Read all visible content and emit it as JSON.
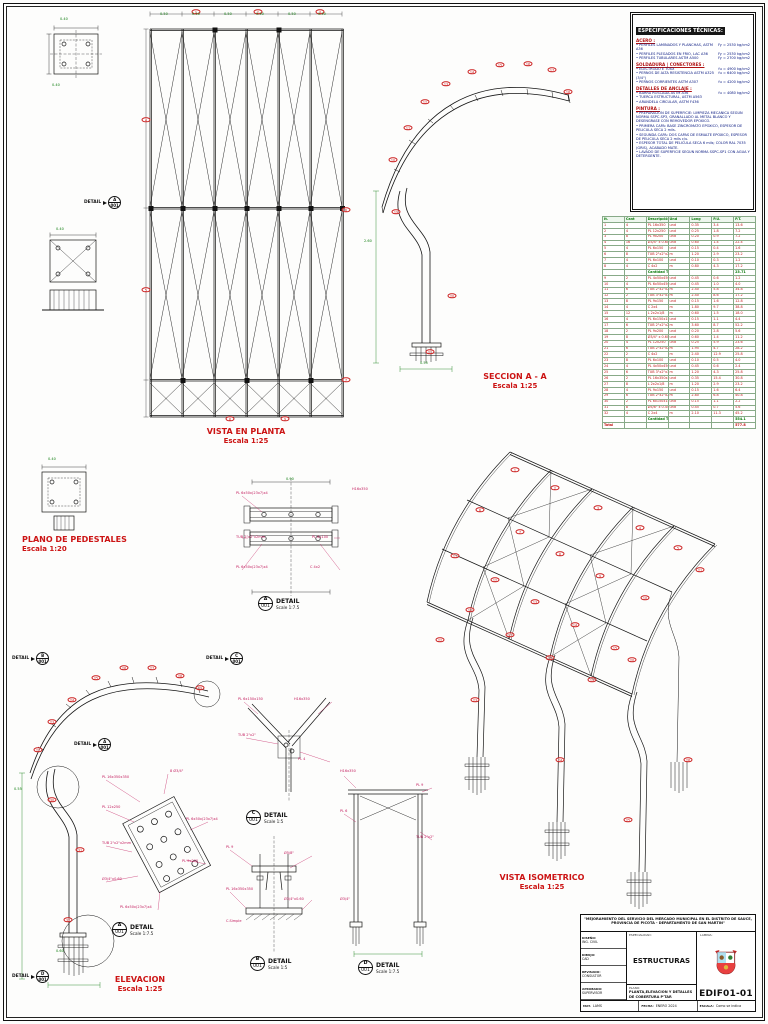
{
  "views": {
    "planta": {
      "title": "VISTA EN PLANTA",
      "scale": "Escala 1:25"
    },
    "seccion": {
      "title": "SECCION A - A",
      "scale": "Escala 1:25"
    },
    "pedestales": {
      "title": "PLANO DE PEDESTALES",
      "scale": "Escala 1:20"
    },
    "elevacion": {
      "title": "ELEVACION",
      "scale": "Escala 1:25"
    },
    "isometrico": {
      "title": "VISTA ISOMETRICO",
      "scale": "Escala 1:25"
    }
  },
  "flags": [
    {
      "word": "DETAIL",
      "letter": "A",
      "num": "001"
    },
    {
      "word": "DETAIL",
      "letter": "B",
      "num": "001"
    },
    {
      "word": "DETAIL",
      "letter": "C",
      "num": "001"
    },
    {
      "word": "DETAIL",
      "letter": "A",
      "num": "001"
    },
    {
      "word": "DETAIL",
      "letter": "D",
      "num": "001"
    }
  ],
  "captions": [
    {
      "letter": "A",
      "num": "001",
      "word": "DETAIL",
      "scale": "Scale 1:7.5"
    },
    {
      "letter": "A",
      "num": "001",
      "word": "DETAIL",
      "scale": "Scale 1:7.5"
    },
    {
      "letter": "C",
      "num": "001",
      "word": "DETAIL",
      "scale": "Scale 1:5"
    },
    {
      "letter": "B",
      "num": "001",
      "word": "DETAIL",
      "scale": "Scale 1:5"
    },
    {
      "letter": "D",
      "num": "001",
      "word": "DETAIL",
      "scale": "Scale 1:7.5"
    }
  ],
  "specs": {
    "title": "ESPECIFICACIONES TÉCNICAS:",
    "sections": [
      {
        "head": "ACERO :",
        "items": [
          {
            "t": "PERFILES LAMINADOS Y PLANCHAS, ASTM A36",
            "v": "Fy = 2530 kg/cm2"
          },
          {
            "t": "PERFILES PLEGADOS EN FRIO, LAC A36",
            "v": "Fy = 2530 kg/cm2"
          },
          {
            "t": "PERFILES TUBULARES ASTM A500",
            "v": "Fy = 2700 kg/cm2"
          }
        ]
      },
      {
        "head": "SOLDADURA | CONECTORES :",
        "items": [
          {
            "t": "ELECTRODO E 70XX",
            "v": "fu = 4900 kg/cm2"
          },
          {
            "t": "PERNOS DE ALTA RESISTENCIA ASTM A325 (3/4\")",
            "v": "fu = 6400 kg/cm2"
          },
          {
            "t": "PERNOS CORRIENTES ASTM A307",
            "v": "fu = 4200 kg/cm2"
          }
        ]
      },
      {
        "head": "DETALLES DE ANCLAJE :",
        "items": [
          {
            "t": "BARRA ROSCADA ASTM A36",
            "v": "fu = 4080 kg/cm2"
          },
          {
            "t": "TUERCA ESTRUCTURAL, ASTM A563",
            "v": ""
          },
          {
            "t": "ARANDELA CIRCULAR, ASTM F436",
            "v": ""
          }
        ]
      },
      {
        "head": "PINTURA :",
        "items": [
          {
            "t": "PREPARACION DE SUPERFICIE: LIMPIEZA MECANICA SEGUN NORMA SSPC-SP3, GRANALLADO AL METAL BLANCO Y DESENGRASE CON REMOVEDOR EPOXICO.",
            "v": ""
          },
          {
            "t": "PRIMERA CAPA: BASE ZINCROMATO EPOXICO, ESPESOR DE PELICULA SECA 2 mils.",
            "v": ""
          },
          {
            "t": "SEGUNDA CAPA: DOS CAPAS DE ESMALTE EPOXICO, ESPESOR DE PELICULA SECA 2 mils c/u.",
            "v": ""
          },
          {
            "t": "ESPESOR TOTAL DE PELICULA SECA 6 mils; COLOR RAL 7035 (GRIS), ACABADO MATE.",
            "v": ""
          },
          {
            "t": "LAVADO DE SUPERFICIE SEGUN NORMA SSPC-SP1 CON AGUA Y DETERGENTE.",
            "v": ""
          }
        ]
      }
    ]
  },
  "table": {
    "columns": [
      "It.",
      "Cant",
      "Descripción",
      "Und",
      "Long",
      "P.U.",
      "P.T."
    ],
    "group1": [
      [
        "1",
        "4",
        "PL 16x350",
        "und",
        "0.35",
        "3.4",
        "13.6"
      ],
      [
        "2",
        "4",
        "PL 12x250",
        "und",
        "0.25",
        "1.8",
        "7.2"
      ],
      [
        "3",
        "8",
        "PL 9x200",
        "und",
        "0.20",
        "0.9",
        "7.2"
      ],
      [
        "4",
        "16",
        "Ø3/4\" x 0.60",
        "und",
        "0.60",
        "1.4",
        "22.4"
      ],
      [
        "5",
        "4",
        "PL 6x150",
        "und",
        "0.15",
        "0.4",
        "1.6"
      ],
      [
        "6",
        "8",
        "TUB 2\"x2\"x2mm",
        "m",
        "1.20",
        "2.9",
        "23.2"
      ],
      [
        "7",
        "4",
        "PL 6x100",
        "und",
        "0.10",
        "0.3",
        "1.2"
      ],
      [
        "8",
        "4",
        "C 4x2",
        "m",
        "0.80",
        "4.3",
        "17.2"
      ]
    ],
    "subtotal1_label": "Cantidad Total",
    "subtotal1_value": "23.71",
    "group2": [
      [
        "9",
        "2",
        "PL 4x50x450",
        "und",
        "0.45",
        "0.6",
        "1.2"
      ],
      [
        "10",
        "4",
        "PL 6x50x450",
        "und",
        "0.45",
        "1.0",
        "4.0"
      ],
      [
        "11",
        "6",
        "TUB 2\"x2\"x2mm",
        "m",
        "2.40",
        "5.8",
        "34.8"
      ],
      [
        "12",
        "2",
        "TUB 3\"x2\"x3mm",
        "m",
        "2.40",
        "8.6",
        "17.2"
      ],
      [
        "13",
        "8",
        "PL 9x150",
        "und",
        "0.15",
        "1.6",
        "12.8"
      ],
      [
        "14",
        "4",
        "C 2x4",
        "m",
        "1.80",
        "9.7",
        "38.8"
      ],
      [
        "15",
        "12",
        "L 2x2x1/8",
        "m",
        "0.60",
        "1.5",
        "18.0"
      ],
      [
        "16",
        "4",
        "PL 6x150x150",
        "und",
        "0.15",
        "1.1",
        "4.4"
      ],
      [
        "17",
        "6",
        "TUB 2\"x2\"x2mm",
        "m",
        "3.60",
        "8.7",
        "52.2"
      ],
      [
        "18",
        "2",
        "PL 9x200",
        "und",
        "0.20",
        "2.8",
        "5.6"
      ],
      [
        "19",
        "8",
        "Ø3/4\" x 0.60",
        "und",
        "0.60",
        "1.4",
        "11.2"
      ],
      [
        "20",
        "4",
        "PL 12x250",
        "und",
        "0.25",
        "5.9",
        "23.6"
      ],
      [
        "21",
        "6",
        "TUB 2\"x2\"x2mm",
        "m",
        "1.95",
        "4.7",
        "28.2"
      ],
      [
        "22",
        "2",
        "C 4x2",
        "m",
        "2.40",
        "12.9",
        "25.8"
      ],
      [
        "23",
        "8",
        "PL 6x100",
        "und",
        "0.10",
        "0.5",
        "4.0"
      ],
      [
        "24",
        "4",
        "PL 4x50x450",
        "und",
        "0.45",
        "0.6",
        "2.4"
      ],
      [
        "25",
        "6",
        "TUB 3\"x2\"x3mm",
        "m",
        "1.20",
        "4.3",
        "25.8"
      ],
      [
        "26",
        "2",
        "PL 16x350x350",
        "und",
        "0.35",
        "15.4",
        "30.8"
      ],
      [
        "27",
        "8",
        "L 2x2x1/8",
        "m",
        "1.20",
        "2.9",
        "23.2"
      ],
      [
        "28",
        "4",
        "PL 9x150",
        "und",
        "0.15",
        "1.6",
        "6.4"
      ],
      [
        "29",
        "6",
        "TUB 2\"x2\"x2mm",
        "m",
        "2.80",
        "6.8",
        "40.8"
      ],
      [
        "30",
        "2",
        "PL 6x150x150",
        "und",
        "0.15",
        "1.1",
        "2.2"
      ],
      [
        "31",
        "8",
        "Ø5/8\" x 0.45",
        "und",
        "0.45",
        "0.7",
        "5.6"
      ],
      [
        "32",
        "4",
        "C 2x4",
        "m",
        "2.10",
        "11.3",
        "45.2"
      ]
    ],
    "subtotal2_label": "Cantidad Total",
    "subtotal2_value": "554.1",
    "total_label": "Total",
    "total_value": "577.8"
  },
  "title_block": {
    "project": "\"MEJORAMIENTO DEL SERVICIO DEL MERCADO MUNICIPAL EN EL DISTRITO DE SAUCE, PROVINCIA DE PICOTA - DEPARTAMENTO DE SAN MARTIN\"",
    "specialty_label": "ESPECIALIDAD:",
    "specialty": "ESTRUCTURAS",
    "plan_label": "PLANO:",
    "plan_title": "PLANTA,ELEVACION Y DETALLES DE COBERTURA  P'TAR",
    "sheet_label": "LAMINA:",
    "sheet_code": "EDIF01-01",
    "fields": [
      {
        "k": "DISEÑO:",
        "v": "ING. CIVIL"
      },
      {
        "k": "DIBUJO:",
        "v": "CAD"
      },
      {
        "k": "REVISADO:",
        "v": "CONSULTOR"
      },
      {
        "k": "APROBADO:",
        "v": "SUPERVISOR"
      }
    ],
    "footer": [
      {
        "k": "MAT.",
        "v": "LAMS"
      },
      {
        "k": "FECHA:",
        "v": "ENERO 2024"
      },
      {
        "k": "ESCALA:",
        "v": "Como se indica"
      }
    ]
  },
  "balloons": [
    [
      196,
      12,
      "1"
    ],
    [
      258,
      12,
      "2"
    ],
    [
      320,
      12,
      "3"
    ],
    [
      146,
      120,
      "4"
    ],
    [
      146,
      290,
      "5"
    ],
    [
      346,
      210,
      "6"
    ],
    [
      346,
      380,
      "7"
    ],
    [
      230,
      419,
      "8"
    ],
    [
      285,
      419,
      "9"
    ],
    [
      393,
      160,
      "10"
    ],
    [
      408,
      128,
      "11"
    ],
    [
      425,
      102,
      "12"
    ],
    [
      446,
      84,
      "13"
    ],
    [
      472,
      72,
      "14"
    ],
    [
      500,
      65,
      "15"
    ],
    [
      528,
      64,
      "16"
    ],
    [
      552,
      70,
      "17"
    ],
    [
      568,
      92,
      "18"
    ],
    [
      396,
      212,
      "19"
    ],
    [
      452,
      296,
      "20"
    ],
    [
      430,
      352,
      "21"
    ],
    [
      38,
      750,
      "22"
    ],
    [
      52,
      722,
      "23"
    ],
    [
      72,
      700,
      "24"
    ],
    [
      96,
      678,
      "25"
    ],
    [
      124,
      668,
      "26"
    ],
    [
      152,
      668,
      "27"
    ],
    [
      180,
      676,
      "28"
    ],
    [
      200,
      688,
      "29"
    ],
    [
      52,
      800,
      "30"
    ],
    [
      80,
      850,
      "31"
    ],
    [
      68,
      920,
      "32"
    ],
    [
      515,
      470,
      "1"
    ],
    [
      555,
      488,
      "2"
    ],
    [
      598,
      508,
      "3"
    ],
    [
      640,
      528,
      "4"
    ],
    [
      678,
      548,
      "5"
    ],
    [
      480,
      510,
      "6"
    ],
    [
      520,
      532,
      "7"
    ],
    [
      560,
      554,
      "8"
    ],
    [
      600,
      576,
      "9"
    ],
    [
      645,
      598,
      "10"
    ],
    [
      455,
      556,
      "11"
    ],
    [
      495,
      580,
      "12"
    ],
    [
      535,
      602,
      "13"
    ],
    [
      575,
      625,
      "14"
    ],
    [
      615,
      648,
      "15"
    ],
    [
      470,
      610,
      "16"
    ],
    [
      510,
      635,
      "17"
    ],
    [
      550,
      658,
      "18"
    ],
    [
      592,
      680,
      "19"
    ],
    [
      632,
      660,
      "20"
    ],
    [
      700,
      570,
      "21"
    ],
    [
      440,
      640,
      "22"
    ],
    [
      475,
      700,
      "23"
    ],
    [
      560,
      760,
      "24"
    ],
    [
      628,
      820,
      "25"
    ],
    [
      688,
      760,
      "26"
    ]
  ],
  "annotations": [
    [
      160,
      13,
      "0.50",
      "g"
    ],
    [
      192,
      13,
      "0.50",
      "g"
    ],
    [
      224,
      13,
      "0.50",
      "g"
    ],
    [
      256,
      13,
      "0.50",
      "g"
    ],
    [
      288,
      13,
      "0.50",
      "g"
    ],
    [
      318,
      13,
      "0.50",
      "g"
    ],
    [
      60,
      18,
      "0.40",
      "g"
    ],
    [
      52,
      84,
      "0.40",
      "g"
    ],
    [
      56,
      228,
      "0.40",
      "g"
    ],
    [
      48,
      458,
      "0.40",
      "g"
    ],
    [
      364,
      240,
      "2.60",
      "g"
    ],
    [
      420,
      362,
      "0.55",
      "g"
    ],
    [
      286,
      478,
      "0.90",
      "g"
    ],
    [
      352,
      488,
      "H16x350",
      "m"
    ],
    [
      236,
      492,
      "PL 6x50x(23x7)x4",
      "m"
    ],
    [
      236,
      536,
      "TUB 2\"x2\"x2mm",
      "m"
    ],
    [
      312,
      536,
      "PL 6x100",
      "m"
    ],
    [
      236,
      566,
      "PL 6x50x(23x7)x4",
      "m"
    ],
    [
      310,
      566,
      "C 4x2",
      "m"
    ],
    [
      238,
      698,
      "PL 6x150x150",
      "m"
    ],
    [
      294,
      698,
      "H16x350",
      "m"
    ],
    [
      238,
      734,
      "TUB 2\"x2\"",
      "m"
    ],
    [
      298,
      758,
      "PL 4",
      "m"
    ],
    [
      102,
      776,
      "PL 16x350x350",
      "m"
    ],
    [
      170,
      770,
      "8 Ø3/4\"",
      "m"
    ],
    [
      102,
      806,
      "PL 12x250",
      "m"
    ],
    [
      186,
      818,
      "PL 6x50x(23x7)x4",
      "m"
    ],
    [
      102,
      842,
      "TUB 2\"x2\"x2mm",
      "m"
    ],
    [
      182,
      860,
      "PL 9x200",
      "m"
    ],
    [
      102,
      878,
      "Ø3/4\"x0.60",
      "m"
    ],
    [
      120,
      906,
      "PL 6x50x(23x7)x4",
      "m"
    ],
    [
      226,
      846,
      "PL 9",
      "m"
    ],
    [
      284,
      852,
      "Ø5/8\"",
      "m"
    ],
    [
      226,
      888,
      "PL 16x350x350",
      "m"
    ],
    [
      284,
      898,
      "Ø3/4\"x0.60",
      "m"
    ],
    [
      226,
      920,
      "C.Simple",
      "m"
    ],
    [
      340,
      770,
      "H16x350",
      "m"
    ],
    [
      416,
      784,
      "PL 9",
      "m"
    ],
    [
      340,
      810,
      "PL 6",
      "m"
    ],
    [
      416,
      836,
      "TUB 2\"x2\"",
      "m"
    ],
    [
      340,
      898,
      "Ø3/4\"",
      "m"
    ],
    [
      14,
      788,
      "0.55",
      "g"
    ],
    [
      56,
      950,
      "0.60",
      "g"
    ]
  ]
}
